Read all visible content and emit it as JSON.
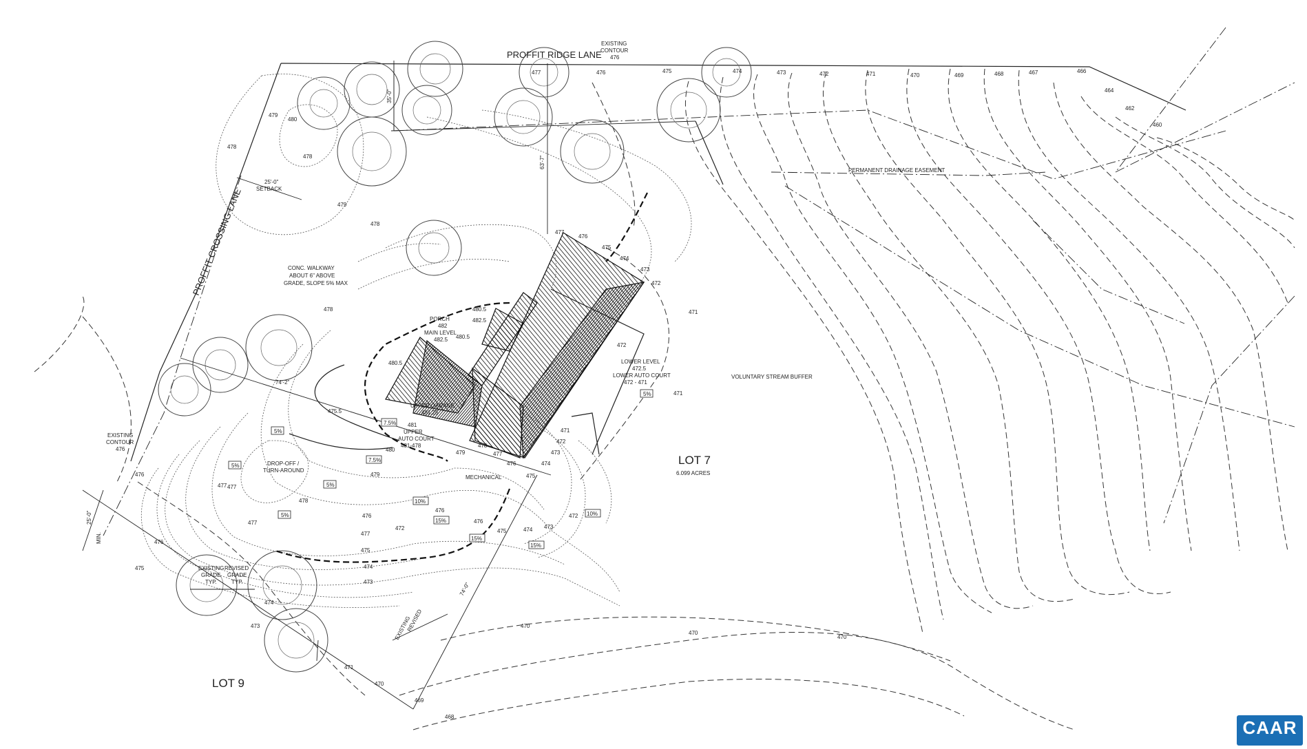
{
  "streets": {
    "ridge": "PROFFIT RIDGE LANE",
    "crossing": "PROFFIT CROSSING LANE"
  },
  "lots": {
    "lot7": "LOT 7",
    "lot7_area": "6.099 ACRES",
    "lot9": "LOT 9"
  },
  "notes": {
    "existing_contour_1": "EXISTING",
    "existing_contour_2": "CONTOUR",
    "existing_contour_3": "476",
    "existing_contour_b1": "EXISTING",
    "existing_contour_b2": "CONTOUR",
    "existing_contour_b3": "476",
    "drainage": "PERMANENT DRAINAGE EASEMENT",
    "stream": "VOLUNTARY STREAM BUFFER",
    "walk_1": "CONC. WALKWAY",
    "walk_2": "ABOUT 6\" ABOVE",
    "walk_3": "GRADE, SLOPE 5% MAX",
    "setback_1": "25'-0\"",
    "setback_2": "SETBACK",
    "dim_74": "74'-2\"",
    "dim_63": "63'-7\"",
    "dim_35": "35'-0\"",
    "dim_25": "25'-0\"",
    "dim_min": "MIN.",
    "dim_74b": "74'-0\""
  },
  "building": {
    "porch_1": "PORCH",
    "porch_2": "482",
    "porch_3": "MAIN LEVEL",
    "porch_4": "482.5",
    "upper_garage_1": "UPPER GARAGE",
    "upper_garage_2": "481.25",
    "upper_court_1": "481",
    "upper_court_2": "UPPER",
    "upper_court_3": "AUTO COURT",
    "upper_court_4": "481-478",
    "lower_1": "LOWER LEVEL",
    "lower_2": "472.5",
    "lower_3": "LOWER AUTO COURT",
    "lower_4": "472 - 471",
    "mechanical": "MECHANICAL",
    "dropoff_1": "DROP-OFF /",
    "dropoff_2": "TURN-AROUND"
  },
  "grade_legend": {
    "existing_1": "EXISTING",
    "existing_2": "GRADE",
    "existing_3": "TYP.",
    "revised_1": "REVISED",
    "revised_2": "GRADE",
    "revised_3": "TYP."
  },
  "slopes": [
    "7.5%",
    "5%",
    "5%",
    "7.5%",
    "5%",
    "5%",
    "10%",
    "15%",
    "15%",
    "15%",
    "10%",
    "5%"
  ],
  "elevations": {
    "e480_5a": "480.5",
    "e482_5": "482.5",
    "e480_5b": "480.5",
    "e480_5c": "480.5",
    "e475_5": "475.5",
    "e477a": "477",
    "e476a": "476",
    "e475a": "475",
    "e474a": "474",
    "e473a": "473",
    "e472a": "472",
    "e471a": "471",
    "e470a": "470",
    "e469a": "469",
    "e468a": "468",
    "e467a": "467",
    "e466a": "466",
    "e464a": "464",
    "e462a": "462",
    "e460a": "460",
    "e478a": "478",
    "e479a": "479",
    "e480a": "480",
    "e478b": "478",
    "e479b": "479",
    "e478c": "478",
    "e478d": "478",
    "e477b": "477",
    "e476b": "476",
    "e475b": "475",
    "e474b": "474",
    "e473b": "473",
    "e472b": "472",
    "e471b": "471",
    "e470b": "470",
    "e470c": "470",
    "e470d": "470",
    "e470e": "470",
    "e469b": "469",
    "e468b": "468",
    "e471c": "471",
    "e472c": "472",
    "e471d": "471",
    "e477c": "477",
    "e476c": "476",
    "e475c": "475",
    "e474c": "474",
    "e473c": "473",
    "e477d": "477",
    "e476d": "476",
    "e479c": "479",
    "e478e": "478",
    "e477e": "477",
    "e476e": "476",
    "e475d": "475",
    "e474d": "474",
    "e473d": "473",
    "e472d": "472",
    "e471e": "471",
    "e480b": "480",
    "e479d": "479",
    "e478f": "478",
    "e477f": "477",
    "e476f": "476",
    "e475e": "475",
    "e474e": "474",
    "e473e": "473",
    "e472e": "472",
    "e476g": "476",
    "e474f": "474",
    "e473f": "473",
    "e472f": "472",
    "e476h": "476",
    "e475f": "475",
    "e477g": "477"
  },
  "logo": {
    "text": "CAAR",
    "color": "#1b6fb5"
  }
}
